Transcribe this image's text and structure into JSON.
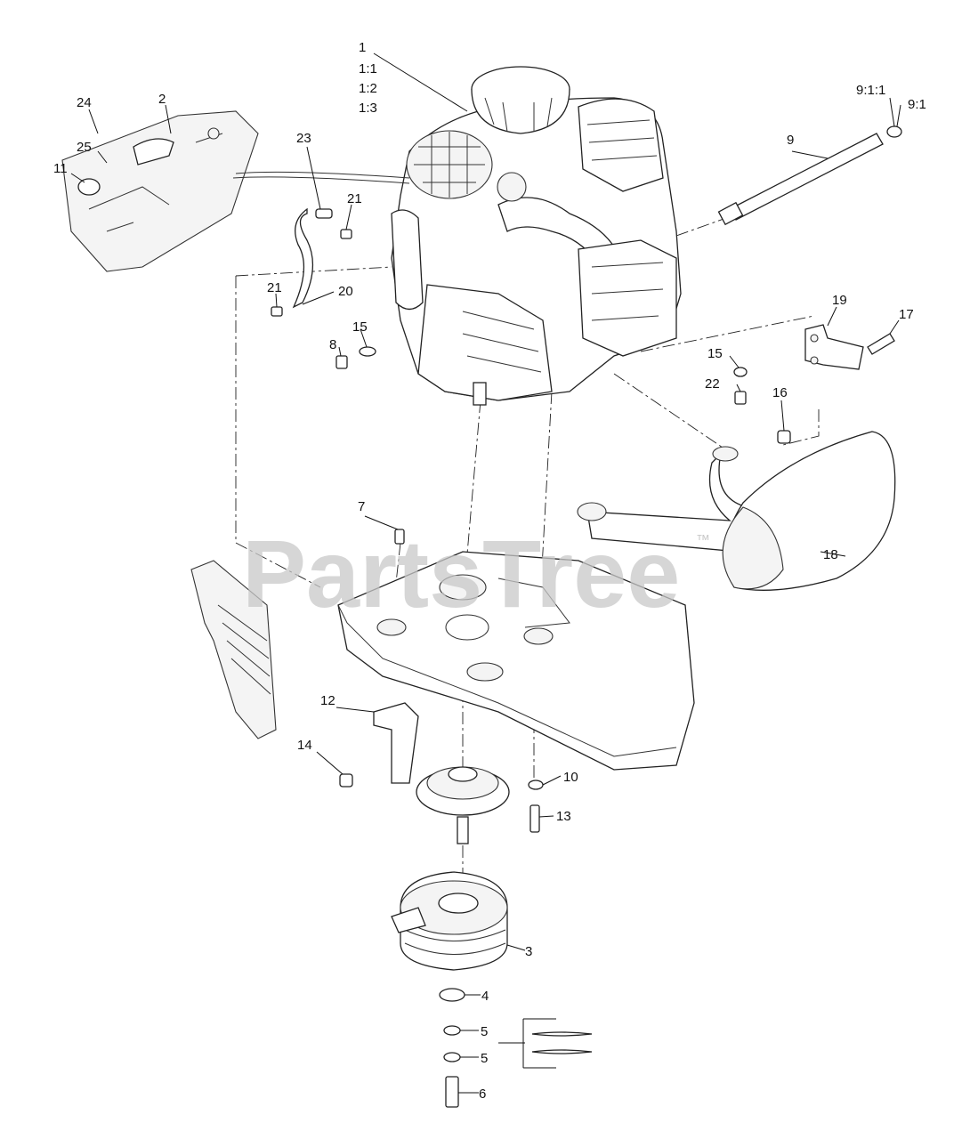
{
  "watermark": {
    "text": "PartsTree",
    "trademark": "™"
  },
  "callouts": [
    {
      "id": "c-1",
      "text": "1"
    },
    {
      "id": "c-1-1",
      "text": "1:1"
    },
    {
      "id": "c-1-2",
      "text": "1:2"
    },
    {
      "id": "c-1-3",
      "text": "1:3"
    },
    {
      "id": "c-2",
      "text": "2"
    },
    {
      "id": "c-24",
      "text": "24"
    },
    {
      "id": "c-25",
      "text": "25"
    },
    {
      "id": "c-11",
      "text": "11"
    },
    {
      "id": "c-23",
      "text": "23"
    },
    {
      "id": "c-21a",
      "text": "21"
    },
    {
      "id": "c-21b",
      "text": "21"
    },
    {
      "id": "c-20",
      "text": "20"
    },
    {
      "id": "c-8",
      "text": "8"
    },
    {
      "id": "c-15a",
      "text": "15"
    },
    {
      "id": "c-9-1-1",
      "text": "9:1:1"
    },
    {
      "id": "c-9-1",
      "text": "9:1"
    },
    {
      "id": "c-9",
      "text": "9"
    },
    {
      "id": "c-19",
      "text": "19"
    },
    {
      "id": "c-17",
      "text": "17"
    },
    {
      "id": "c-15b",
      "text": "15"
    },
    {
      "id": "c-22",
      "text": "22"
    },
    {
      "id": "c-16",
      "text": "16"
    },
    {
      "id": "c-18",
      "text": "18"
    },
    {
      "id": "c-7",
      "text": "7"
    },
    {
      "id": "c-12",
      "text": "12"
    },
    {
      "id": "c-14",
      "text": "14"
    },
    {
      "id": "c-10",
      "text": "10"
    },
    {
      "id": "c-13",
      "text": "13"
    },
    {
      "id": "c-3",
      "text": "3"
    },
    {
      "id": "c-4",
      "text": "4"
    },
    {
      "id": "c-5a",
      "text": "5"
    },
    {
      "id": "c-5b",
      "text": "5"
    },
    {
      "id": "c-6",
      "text": "6"
    }
  ]
}
